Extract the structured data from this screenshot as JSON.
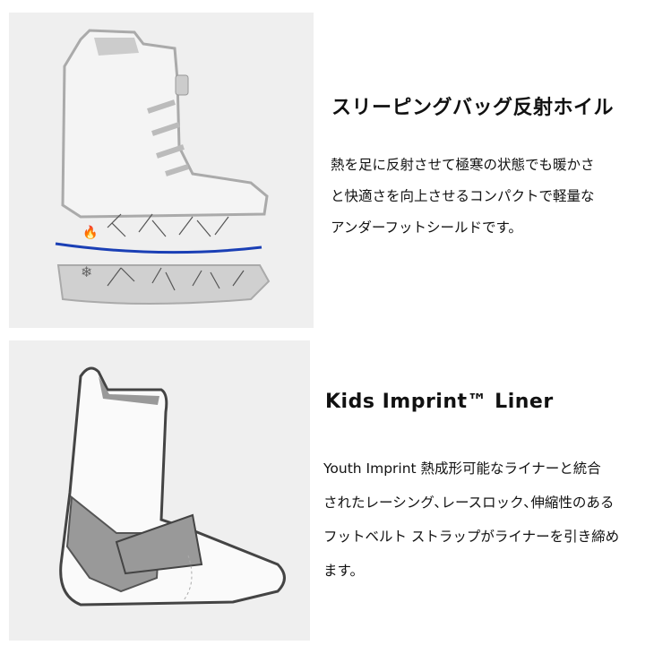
{
  "sections": [
    {
      "title": "スリーピングバッグ反射ホイル",
      "lines": [
        "熱を足に反射させて極寒の状態でも暖かさ",
        "と快適さを向上させるコンパクトで軽量な",
        "アンダーフットシールドです。"
      ],
      "reflective_line_color": "#1a3fb5"
    },
    {
      "title": "Kids Imprint™ Liner",
      "lines": [
        "Youth Imprint 熱成形可能なライナーと統合",
        "されたレーシング､レースロック､伸縮性のある",
        "フットベルト ストラップがライナーを引き締め",
        "ます。"
      ]
    }
  ]
}
